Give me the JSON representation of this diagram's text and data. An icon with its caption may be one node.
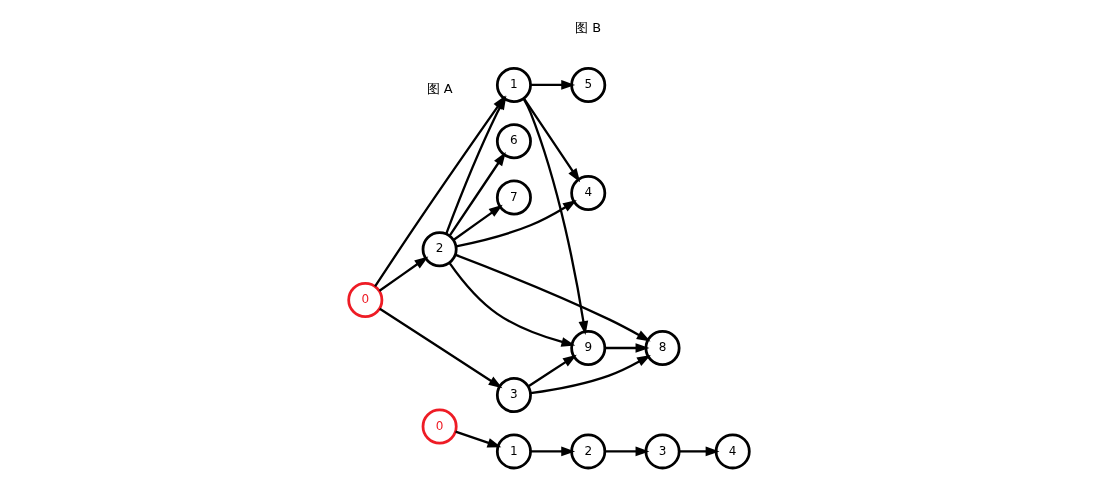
{
  "diagram": {
    "nodes": [
      {
        "text": [
          "0"
        ]
      },
      {
        "text": [
          "1"
        ]
      },
      {
        "text": [
          "2"
        ]
      },
      {
        "text": [
          "3"
        ]
      },
      {
        "text": [
          "4"
        ]
      },
      {
        "text": [
          "5"
        ]
      },
      {
        "text": [
          "6"
        ]
      },
      {
        "text": [
          "7"
        ]
      },
      {
        "text": [
          "8"
        ]
      },
      {
        "text": [
          "9"
        ]
      },
      {
        "text": [
          "0"
        ]
      },
      {
        "text": [
          "1"
        ]
      },
      {
        "text": [
          "2"
        ]
      },
      {
        "text": [
          "3"
        ]
      },
      {
        "text": [
          "4"
        ]
      }
    ],
    "edges": [
      {
        "from": 0,
        "to": 1,
        "arrow": "to"
      },
      {
        "from": 0,
        "to": 2,
        "arrow": "to"
      },
      {
        "from": 0,
        "to": 3,
        "arrow": "to"
      },
      {
        "from": 1,
        "to": 4,
        "arrow": "to"
      },
      {
        "from": 1,
        "to": 5,
        "arrow": "to"
      },
      {
        "from": 1,
        "to": 9,
        "arrow": "to"
      },
      {
        "from": 2,
        "to": 1,
        "arrow": "to"
      },
      {
        "from": 2,
        "to": 4,
        "arrow": "to"
      },
      {
        "from": 2,
        "to": 6,
        "arrow": "to"
      },
      {
        "from": 2,
        "to": 7,
        "arrow": "to"
      },
      {
        "from": 2,
        "to": 8,
        "arrow": "to"
      },
      {
        "from": 2,
        "to": 9,
        "arrow": "to"
      },
      {
        "from": 3,
        "to": 8,
        "arrow": "to"
      },
      {
        "from": 3,
        "to": 9,
        "arrow": "to"
      },
      {
        "from": 9,
        "to": 8,
        "arrow": "to"
      },
      {
        "from": 10,
        "to": 11,
        "arrow": "to"
      },
      {
        "from": 11,
        "to": 12,
        "arrow": "to"
      },
      {
        "from": 12,
        "to": 13,
        "arrow": "to"
      },
      {
        "from": 13,
        "to": 14,
        "arrow": "to"
      }
    ],
    "labels": [
      "图 A",
      "图 B"
    ]
  }
}
